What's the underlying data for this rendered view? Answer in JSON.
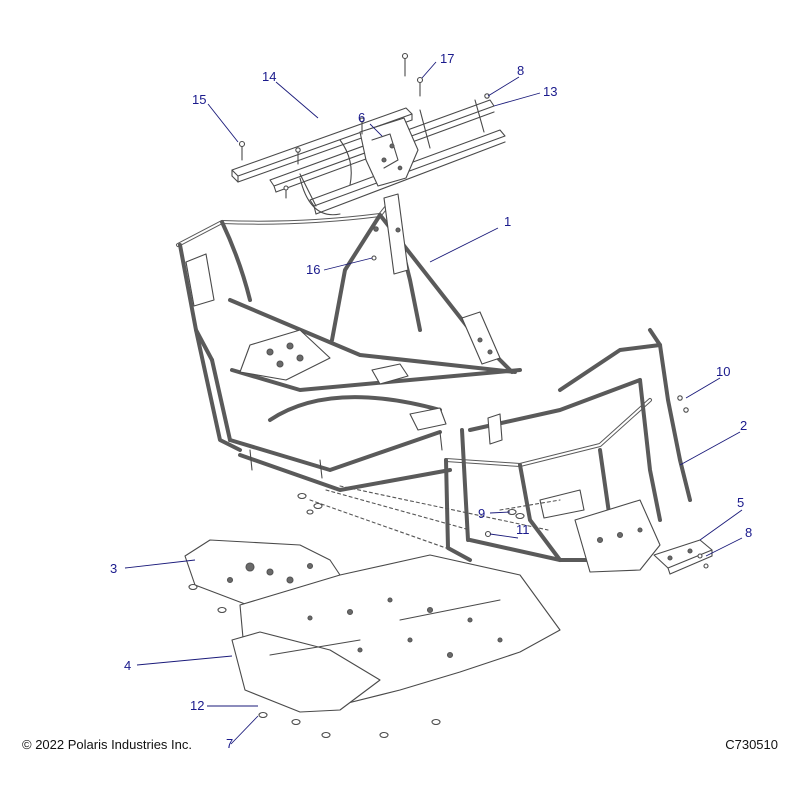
{
  "footer": {
    "copyright": "© 2022 Polaris Industries Inc.",
    "drawing_number": "C730510"
  },
  "callouts": [
    "1",
    "2",
    "3",
    "4",
    "5",
    "6",
    "7",
    "8",
    "8",
    "9",
    "10",
    "11",
    "12",
    "13",
    "14",
    "15",
    "16",
    "17"
  ],
  "colors": {
    "callout_text": "#1a1a8c",
    "line_art": "#4a4a4a",
    "background": "#ffffff"
  }
}
